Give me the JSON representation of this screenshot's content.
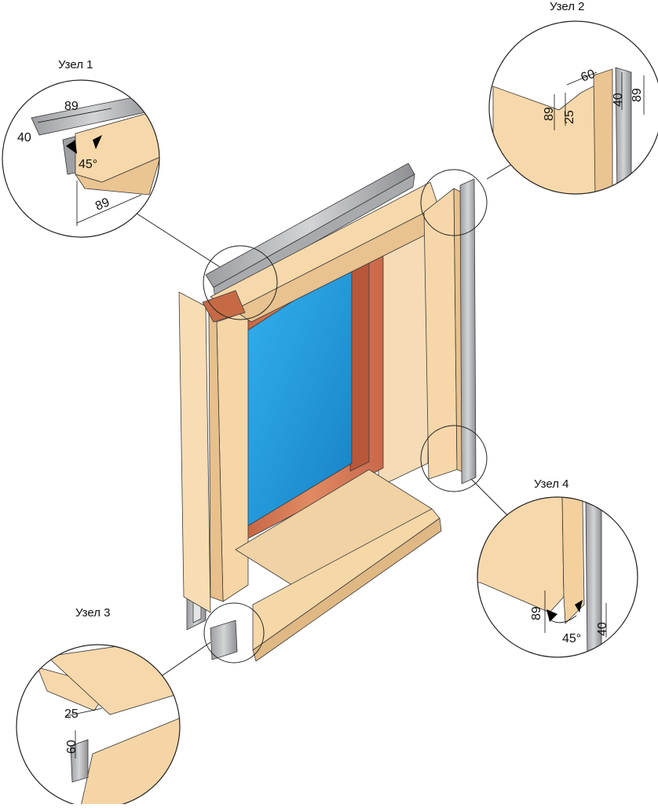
{
  "labels": {
    "node1": "Узел 1",
    "node2": "Узел 2",
    "node3": "Узел 3",
    "node4": "Узел 4"
  },
  "dims": {
    "n1_top": "89",
    "n1_side": "40",
    "n1_angle": "45°",
    "n1_bottom": "89",
    "n2_a": "60",
    "n2_b": "89",
    "n2_c": "25",
    "n2_d": "40",
    "n2_e": "89",
    "n3_a": "25",
    "n3_b": "60",
    "n4_a": "89",
    "n4_angle": "45°",
    "n4_b": "40"
  },
  "colors": {
    "trim": "#f7d9ae",
    "trim_shade": "#e9c592",
    "metal": "#b9babd",
    "metal_dark": "#8f9094",
    "glass": "#1f9ad8",
    "wood": "#d2734e",
    "outline": "#222222"
  }
}
